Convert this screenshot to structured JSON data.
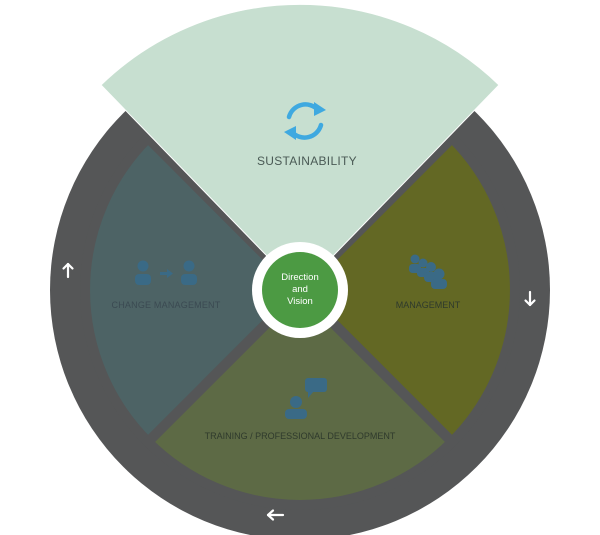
{
  "diagram": {
    "center": {
      "line1": "Direction",
      "line2": "and",
      "line3": "Vision"
    },
    "segments": {
      "top": {
        "label": "SUSTAINABILITY",
        "icon": "refresh-cycle-icon",
        "color": "#c7dfd0"
      },
      "left": {
        "label": "CHANGE MANAGEMENT",
        "icon": "person-to-person-icon",
        "color": "#4d6365"
      },
      "right": {
        "label": "MANAGEMENT",
        "icon": "group-people-icon",
        "color": "#636824"
      },
      "bottom": {
        "label": "TRAINING / PROFESSIONAL DEVELOPMENT",
        "icon": "person-speech-bubble-icon",
        "color": "#5d6a45"
      }
    },
    "ring": {
      "color": "#555657",
      "arrows": [
        "arrow-up-icon",
        "arrow-down-icon",
        "arrow-left-icon"
      ]
    },
    "accent": {
      "center_fill": "#4c9a43",
      "icon_blue": "#3fa9e0",
      "icon_teal": "#3a6a86"
    }
  }
}
